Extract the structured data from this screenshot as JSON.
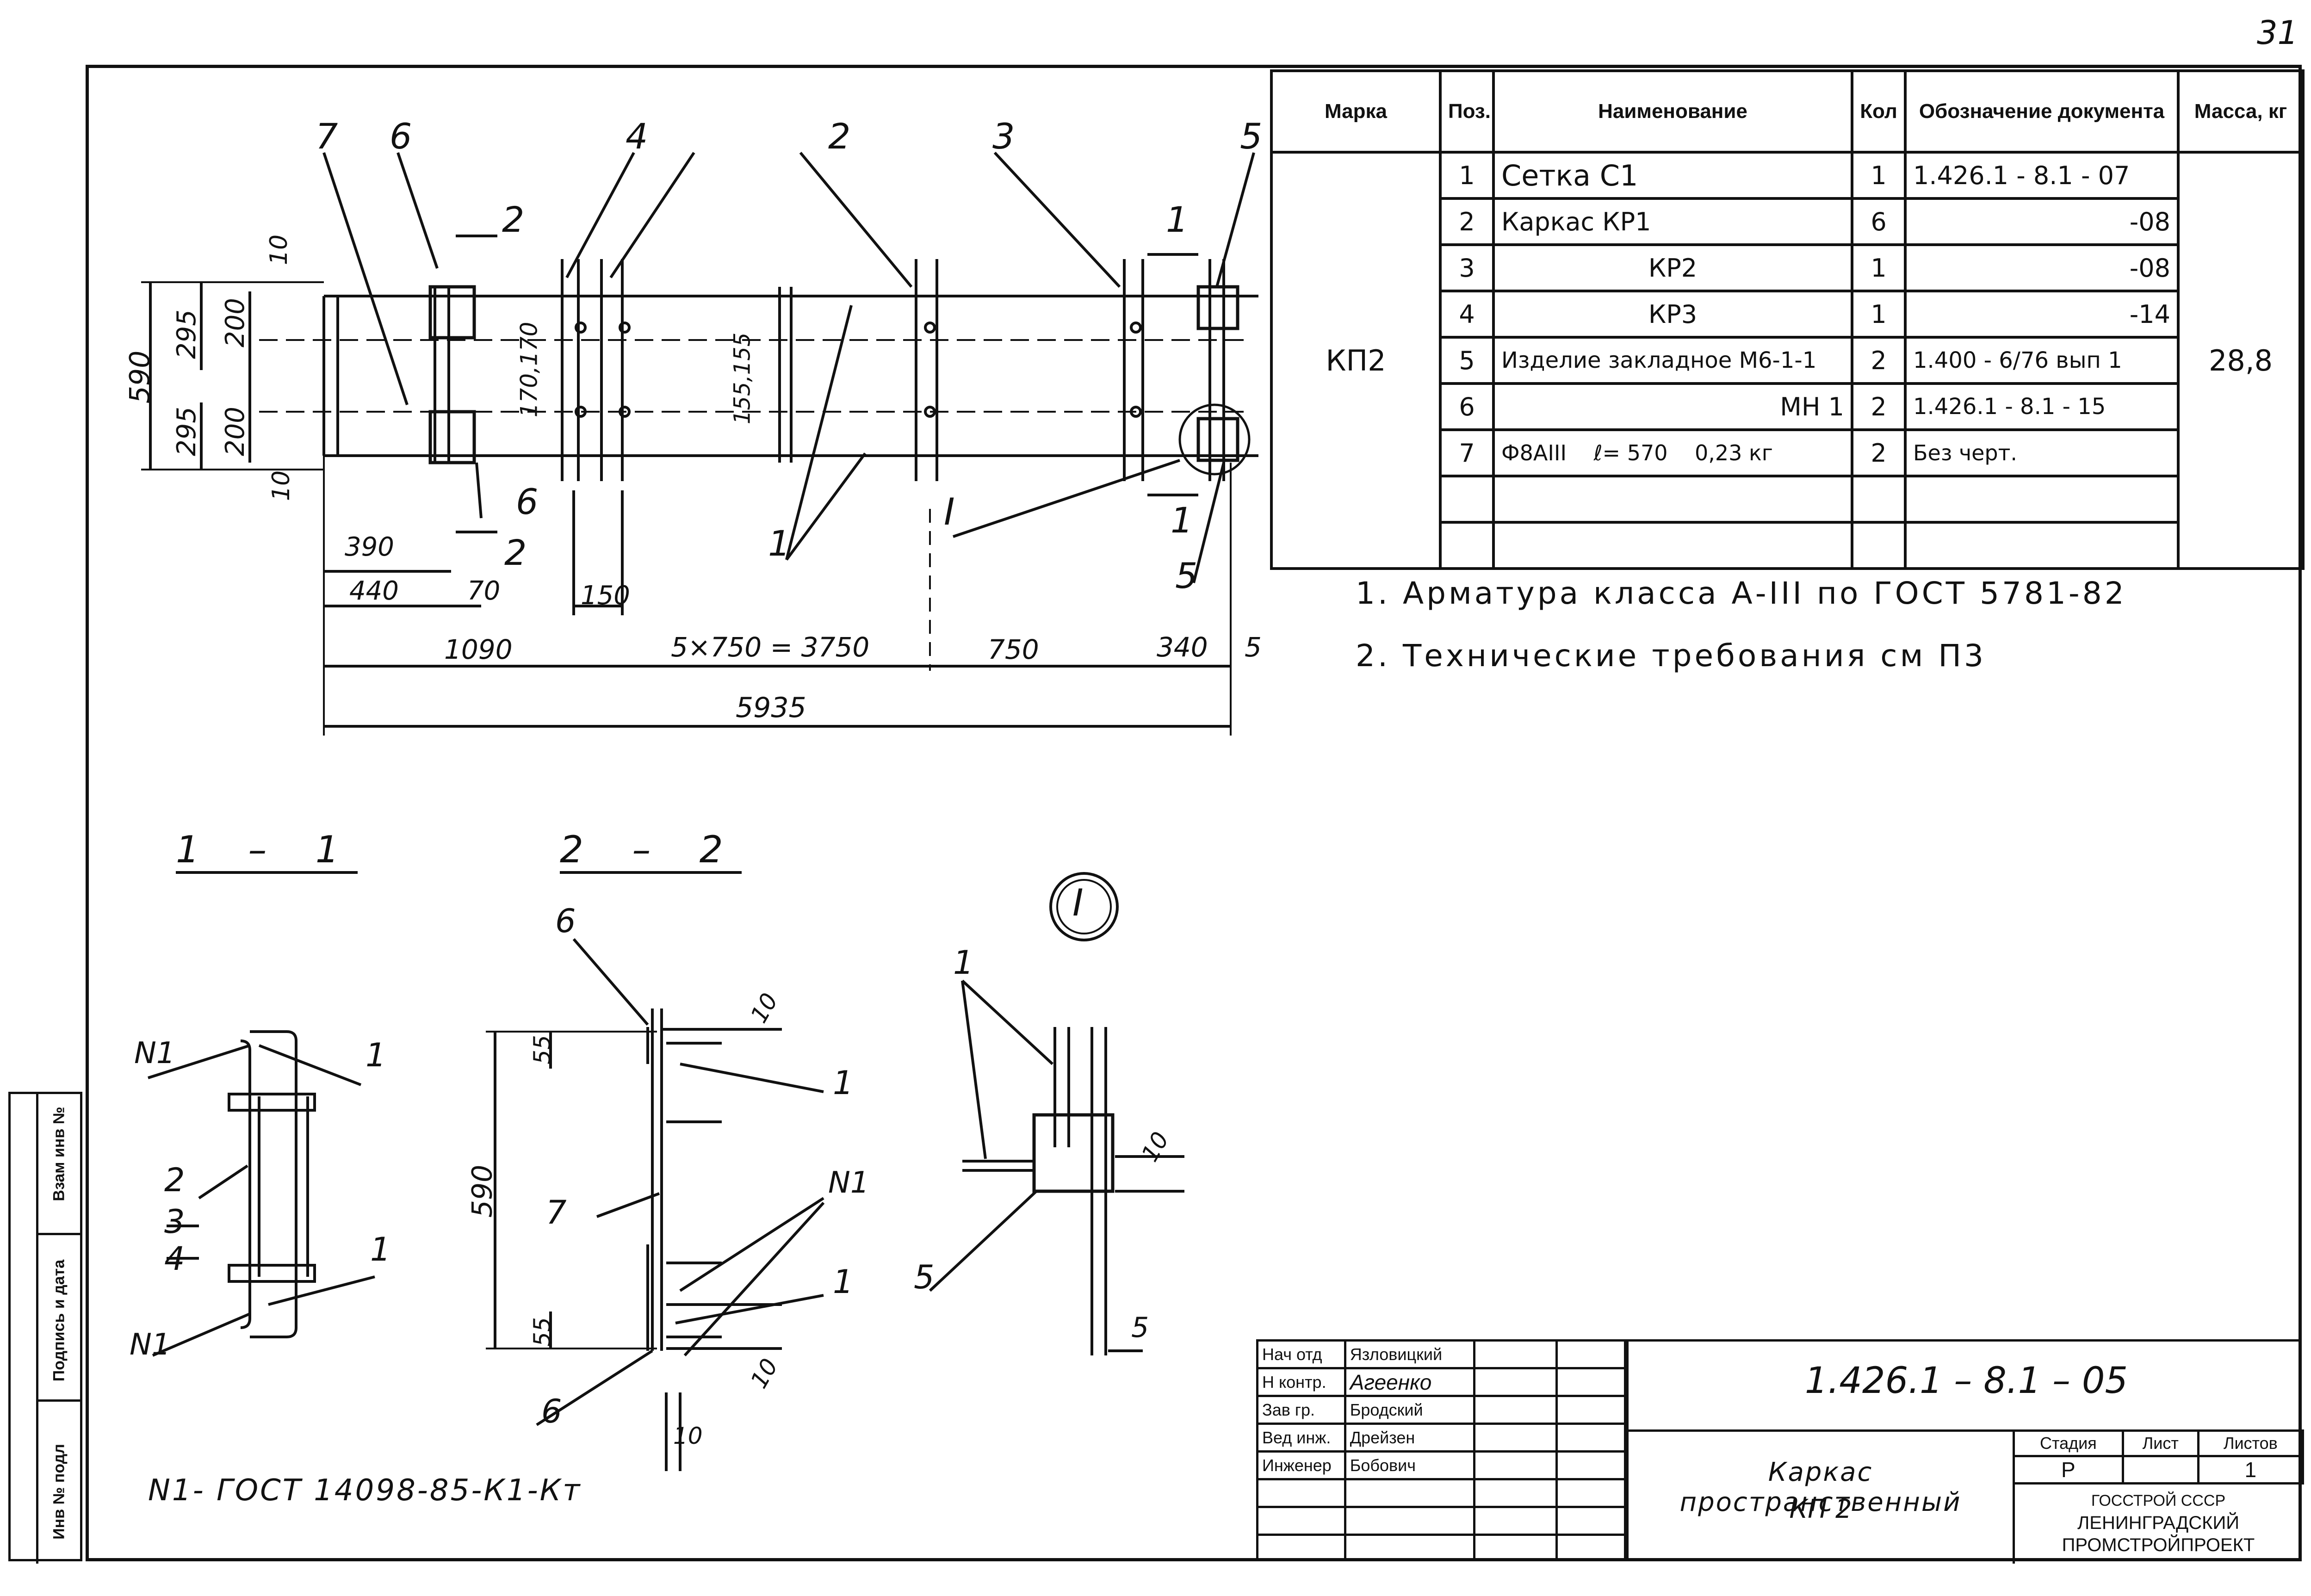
{
  "sheet_number": "31",
  "callouts": {
    "c1": "1",
    "c2": "2",
    "c3": "3",
    "c4": "4",
    "c5": "5",
    "c6": "6",
    "c7": "7",
    "roman": "I"
  },
  "dimensions": {
    "d10a": "10",
    "d295a": "295",
    "d200a": "200",
    "d590": "590",
    "d295b": "295",
    "d200b": "200",
    "d10b": "10",
    "d170": "170,170",
    "d155": "155,155",
    "d390": "390",
    "d440": "440",
    "d70": "70",
    "d150": "150",
    "d1090": "1090",
    "d5x750": "5×750 = 3750",
    "d750": "750",
    "d340": "340",
    "d5": "5",
    "d5935": "5935"
  },
  "sections": {
    "s11": "1 – 1",
    "s22": "2 – 2",
    "node_label": "I"
  },
  "section_dims": {
    "d10c": "10",
    "d55a": "55",
    "d590b": "590",
    "d55b": "55",
    "d10d": "10",
    "d10e": "10",
    "d10f": "10",
    "d5b": "5"
  },
  "section_labels": {
    "n1a": "N1",
    "n1b": "N1",
    "n1c": "N1",
    "l1a": "1",
    "l1b": "1",
    "l2": "2",
    "l3": "3",
    "l4": "4",
    "l6a": "6",
    "l1c": "1",
    "l7": "7",
    "l1d": "1",
    "l6b": "6",
    "l1e": "1",
    "l5": "5"
  },
  "gost_note": "N1- ГОСТ 14098-85-К1-Кт",
  "spec_table": {
    "headers": [
      "Марка",
      "Поз.",
      "Наименование",
      "Кол",
      "Обозначение документа",
      "Масса, кг"
    ],
    "mark": "КП2",
    "mass": "28,8",
    "rows": [
      {
        "pos": "1",
        "name": "Сетка С1",
        "qty": "1",
        "doc": "1.426.1 - 8.1 - 07"
      },
      {
        "pos": "2",
        "name": "Каркас  КР1",
        "qty": "6",
        "doc": "-08"
      },
      {
        "pos": "3",
        "name": "КР2",
        "qty": "1",
        "doc": "-08"
      },
      {
        "pos": "4",
        "name": "КР3",
        "qty": "1",
        "doc": "-14"
      },
      {
        "pos": "5",
        "name": "Изделие закладное М6-1-1",
        "qty": "2",
        "doc": "1.400 - 6/76 вып 1"
      },
      {
        "pos": "6",
        "name": "МН 1",
        "qty": "2",
        "doc": "1.426.1 - 8.1 - 15"
      },
      {
        "pos": "7",
        "name": "Ф8АIII    ℓ= 570    0,23 кг",
        "qty": "2",
        "doc": "Без черт."
      },
      {
        "pos": "",
        "name": "",
        "qty": "",
        "doc": ""
      },
      {
        "pos": "",
        "name": "",
        "qty": "",
        "doc": ""
      }
    ]
  },
  "notes": [
    "1. Арматура класса А-III по ГОСТ 5781-82",
    "2. Технические требования см П3"
  ],
  "title_block": {
    "roles": [
      "Нач отд",
      "Н контр.",
      "Зав гр.",
      "Вед инж.",
      "Инженер"
    ],
    "names": [
      "Язловицкий",
      "Агеенко",
      "Бродский",
      "Дрейзен",
      "Бобович"
    ],
    "code": "1.426.1 – 8.1 – 05",
    "title_line1": "Каркас пространственный",
    "title_line2": "КП 2",
    "stage_header": "Стадия",
    "sheet_header": "Лист",
    "sheets_header": "Листов",
    "stage": "Р",
    "sheet": "",
    "sheets": "1",
    "org_line1": "ГОССТРОЙ СССР",
    "org_line2": "ЛЕНИНГРАДСКИЙ",
    "org_line3": "ПРОМСТРОЙПРОЕКТ"
  },
  "side_stamp": [
    "Инв № подл",
    "Подпись и дата",
    "Взам инв №"
  ]
}
